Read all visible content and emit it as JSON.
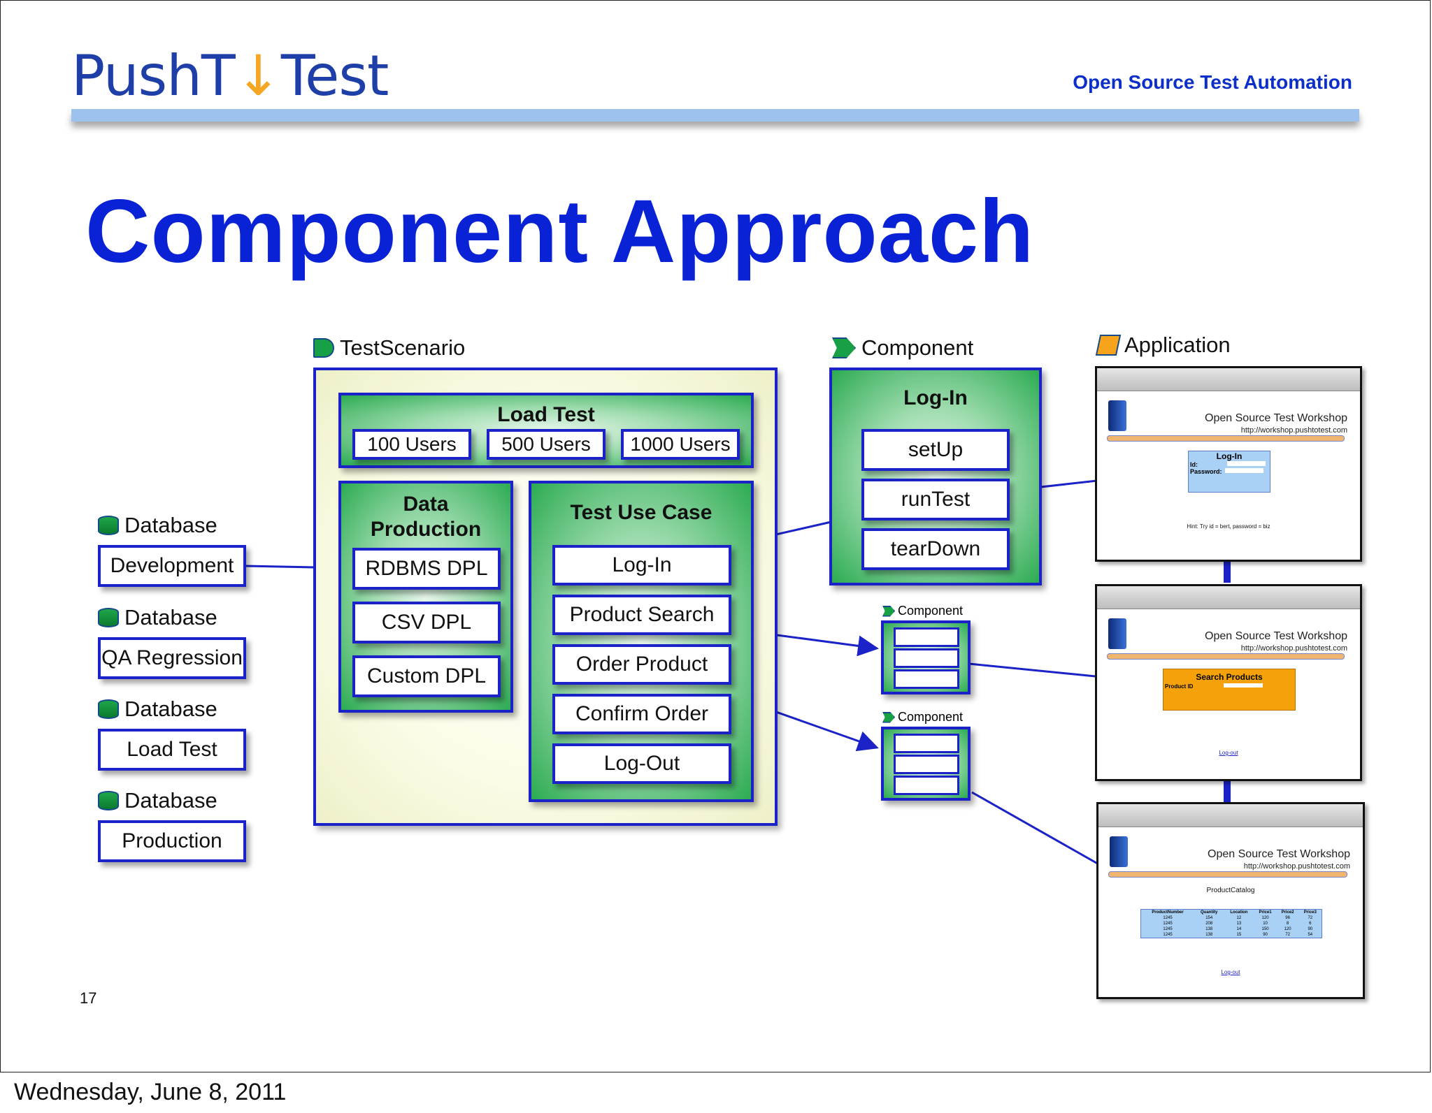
{
  "header": {
    "logo": "PushToTest",
    "tagline": "Open Source Test Automation"
  },
  "title": "Component Approach",
  "page_number": "17",
  "date": "Wednesday, June 8, 2011",
  "databases": [
    {
      "label": "Database",
      "name": "Development"
    },
    {
      "label": "Database",
      "name": "QA Regression"
    },
    {
      "label": "Database",
      "name": "Load Test"
    },
    {
      "label": "Database",
      "name": "Production"
    }
  ],
  "scenario": {
    "label": "TestScenario",
    "load_test": {
      "title": "Load Test",
      "users": [
        "100 Users",
        "500 Users",
        "1000 Users"
      ]
    },
    "data_production": {
      "title": "Data Production",
      "items": [
        "RDBMS DPL",
        "CSV DPL",
        "Custom DPL"
      ]
    },
    "test_use_case": {
      "title": "Test Use Case",
      "items": [
        "Log-In",
        "Product Search",
        "Order Product",
        "Confirm Order",
        "Log-Out"
      ]
    }
  },
  "component": {
    "label": "Component",
    "title": "Log-In",
    "items": [
      "setUp",
      "runTest",
      "tearDown"
    ],
    "small_labels": [
      "Component",
      "Component"
    ]
  },
  "application": {
    "label": "Application",
    "screens": [
      {
        "workshop": "Open Source Test Workshop",
        "url": "http://workshop.pushtotest.com",
        "form_title": "Log-In",
        "field1": "Id:",
        "field2": "Password:",
        "hint": "Hint: Try id = bert, password = biz"
      },
      {
        "workshop": "Open Source Test Workshop",
        "url": "http://workshop.pushtotest.com",
        "form_title": "Search Products",
        "field1": "Product ID",
        "link": "Log-out"
      },
      {
        "workshop": "Open Source Test Workshop",
        "url": "http://workshop.pushtotest.com",
        "heading": "ProductCatalog",
        "columns": [
          "ProductNumber",
          "Quantity",
          "Location",
          "Price1",
          "Price2",
          "Price3"
        ],
        "rows": [
          [
            "1245",
            "154",
            "12",
            "120",
            "96",
            "72"
          ],
          [
            "1245",
            "208",
            "13",
            "10",
            "8",
            "6"
          ],
          [
            "1245",
            "138",
            "14",
            "150",
            "120",
            "90"
          ],
          [
            "1245",
            "138",
            "15",
            "90",
            "72",
            "54"
          ]
        ],
        "link": "Log-out"
      }
    ]
  }
}
